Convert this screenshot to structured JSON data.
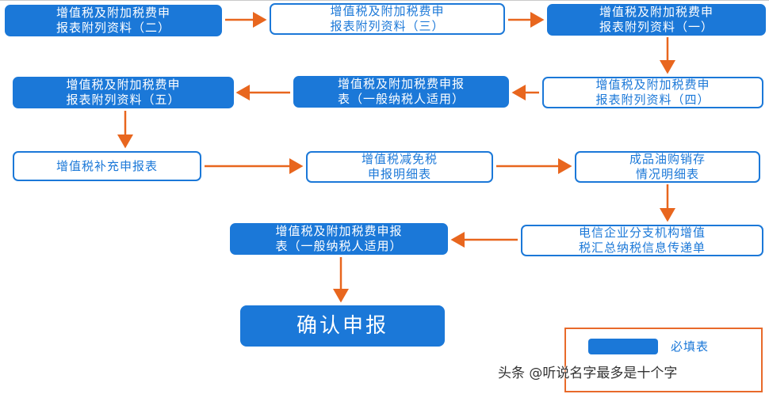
{
  "colors": {
    "box_fill": "#1b78d8",
    "arrow": "#e8661e",
    "legend_border": "#e86a2a"
  },
  "nodes": {
    "attach_2": "增值税及附加税费申\n报表附列资料（二）",
    "attach_3": "增值税及附加税费申\n报表附列资料（三）",
    "attach_1": "增值税及附加税费申\n报表附列资料（一）",
    "attach_5": "增值税及附加税费申\n报表附列资料（五）",
    "main_1": "增值税及附加税费申报\n表（一般纳税人适用）",
    "attach_4": "增值税及附加税费申\n报表附列资料（四）",
    "supplement": "增值税补充申报表",
    "reduction": "增值税减免税\n申报明细表",
    "oil": "成品油购销存\n情况明细表",
    "main_2": "增值税及附加税费申报\n表（一般纳税人适用）",
    "telecom": "电信企业分支机构增值\n税汇总纳税信息传递单",
    "confirm": "确认申报"
  },
  "legend": {
    "label": "必填表"
  },
  "watermark": "头条 @听说名字最多是十个字"
}
